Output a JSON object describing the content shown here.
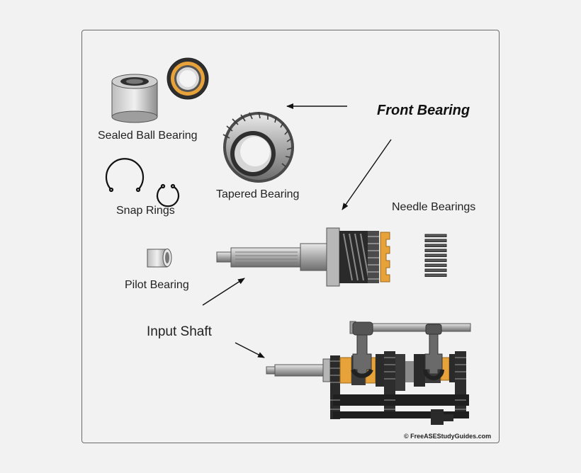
{
  "labels": {
    "front_bearing": "Front Bearing",
    "sealed_ball_bearing": "Sealed Ball Bearing",
    "tapered_bearing": "Tapered Bearing",
    "snap_rings": "Snap Rings",
    "needle_bearings": "Needle Bearings",
    "pilot_bearing": "Pilot Bearing",
    "input_shaft": "Input Shaft"
  },
  "copyright": "© FreeASEStudyGuides.com",
  "colors": {
    "background": "#f2f2f2",
    "frame_border": "#6b6b6b",
    "metal_light": "#d4d4d4",
    "metal_mid": "#9a9a9a",
    "metal_dark": "#3a3a3a",
    "bearing_orange": "#e8a23a",
    "ink": "#111111"
  }
}
